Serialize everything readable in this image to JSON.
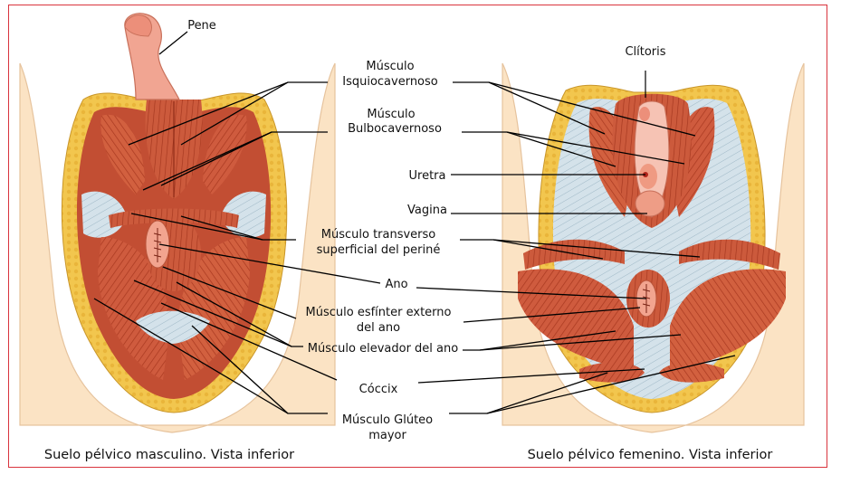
{
  "labels": {
    "pene": "Pene",
    "isquio_1": "Músculo",
    "isquio_2": "Isquiocavernoso",
    "bulbo_1": "Músculo",
    "bulbo_2": "Bulbocavernoso",
    "clitoris": "Clítoris",
    "uretra": "Uretra",
    "vagina": "Vagina",
    "transverso_1": "Músculo transverso",
    "transverso_2": "superficial del periné",
    "ano": "Ano",
    "esfinter_1": "Músculo esfínter externo",
    "esfinter_2": "del ano",
    "elevador": "Músculo elevador del ano",
    "coccix": "Cóccix",
    "gluteo_1": "Músculo Glúteo",
    "gluteo_2": "mayor"
  },
  "captions": {
    "male": "Suelo pélvico masculino. Vista inferior",
    "female": "Suelo pélvico femenino. Vista inferior"
  },
  "colors": {
    "frame": "#d9343d",
    "muscle": "#cf5b3e",
    "muscle_dark": "#a8381f",
    "skin": "#fbe3c4",
    "fat": "#f2c64e",
    "fascia": "#c8d8e2",
    "mucosa": "#f2a48f"
  }
}
